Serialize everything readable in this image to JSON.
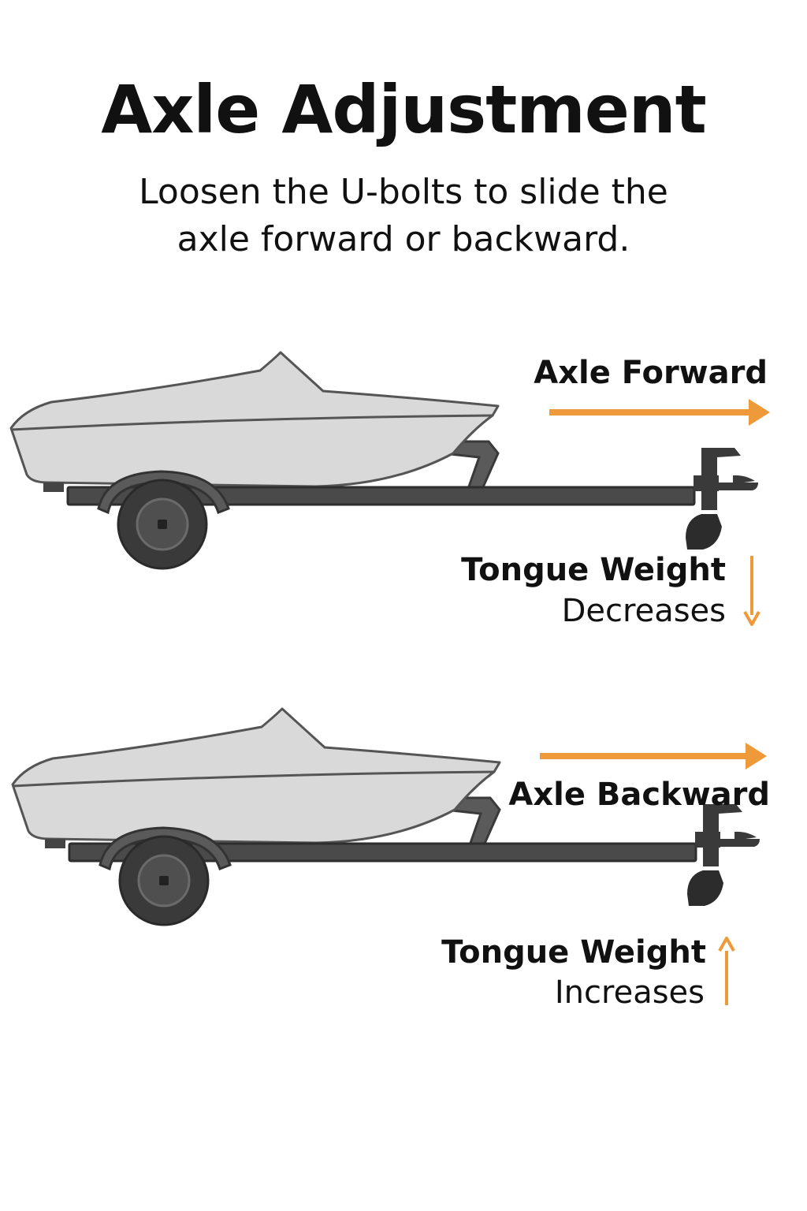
{
  "title": "Axle Adjustment",
  "subtitle": {
    "line1": "Loosen the U-bolts to slide the",
    "line2": "axle forward or backward."
  },
  "panels": [
    {
      "direction_label": "Axle Forward",
      "effect_label_1": "Tongue Weight",
      "effect_label_2": "Decreases",
      "effect_arrow": "down-arrow"
    },
    {
      "direction_label": "Axle Backward",
      "effect_label_1": "Tongue Weight",
      "effect_label_2": "Increases",
      "effect_arrow": "up-arrow"
    }
  ],
  "colors": {
    "accent": "#EE9A3A",
    "hull": "#D9D9D9",
    "outline": "#555555",
    "frame": "#4A4A4A",
    "tire": "#3A3A3A"
  }
}
